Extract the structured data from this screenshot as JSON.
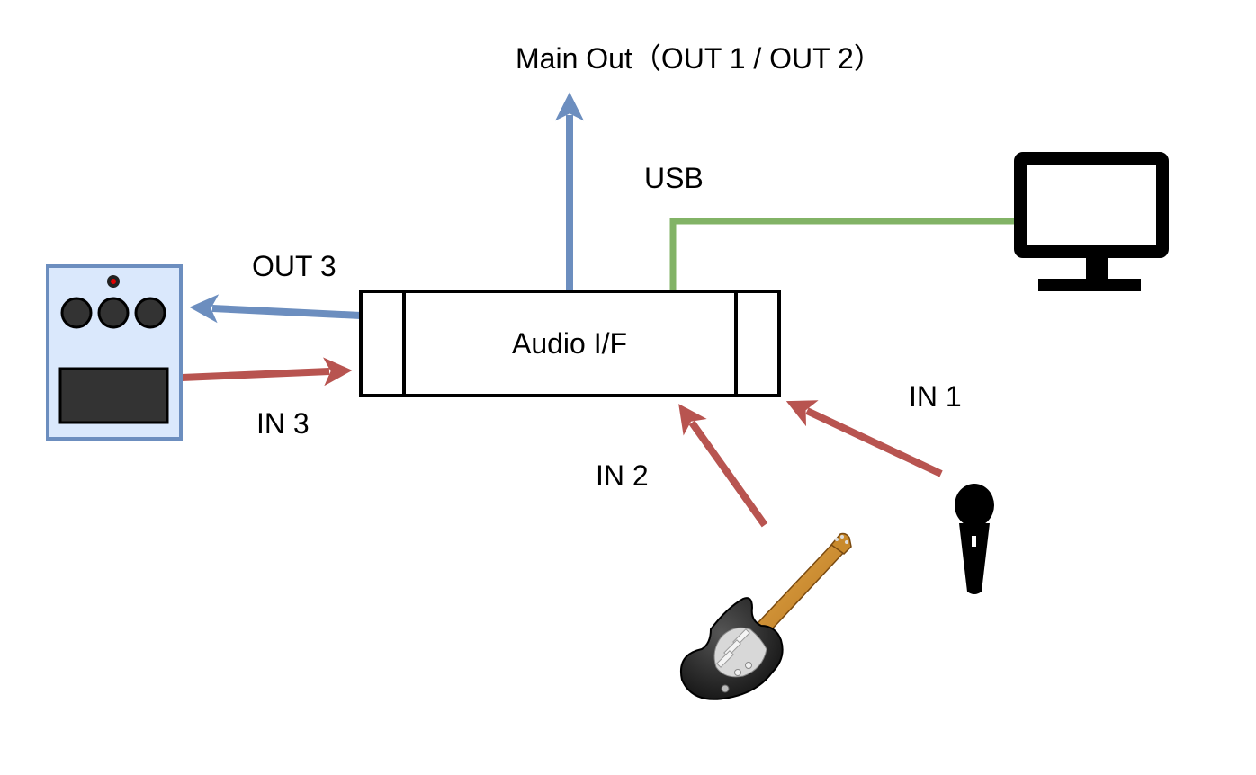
{
  "labels": {
    "main_out": "Main Out（OUT 1 / OUT 2）",
    "usb": "USB",
    "out3": "OUT 3",
    "in3": "IN 3",
    "in2": "IN 2",
    "in1": "IN 1",
    "audio_if": "Audio I/F"
  },
  "colors": {
    "output_arrow": "#6c8ebf",
    "input_arrow": "#b85450",
    "usb_line": "#82b366",
    "pedal_fill": "#dae8fc",
    "pedal_border": "#6c8ebf"
  },
  "icons": {
    "pedal": "effects-pedal-icon",
    "monitor": "monitor-icon",
    "guitar": "electric-guitar-icon",
    "mic": "microphone-icon"
  }
}
